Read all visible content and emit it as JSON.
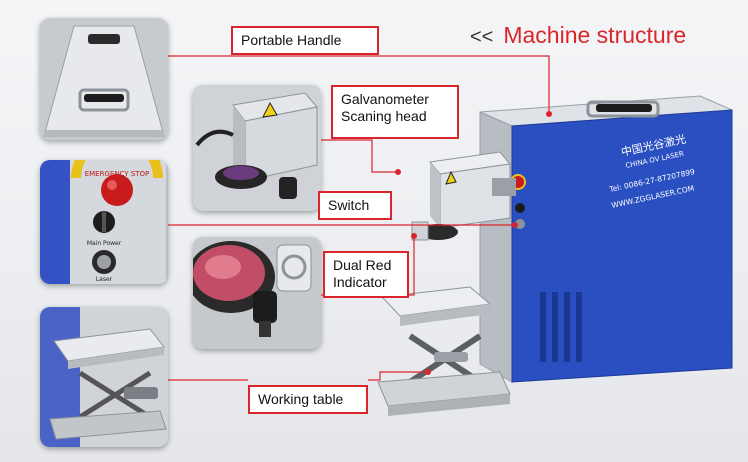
{
  "header": {
    "chevron": "<<",
    "title": "Machine structure"
  },
  "labels": {
    "portable_handle": "Portable Handle",
    "galvanometer": "Galvanometer\nScaning head",
    "switch": "Switch",
    "dual_red": "Dual Red\nIndicator",
    "working_table": "Working table"
  },
  "machine": {
    "brand_cn": "中国光谷激光",
    "brand_en": "CHINA OV LASER",
    "tel": "Tel: 0086-27-87207899",
    "web": "WWW.ZGGLASER.COM"
  },
  "thumbs": {
    "emergency_stop": "EMERGENCY STOP",
    "power_label": "Main Power",
    "laser_label": "Laser"
  },
  "colors": {
    "accent": "#d9262c",
    "panel_blue": "#2a4fc0"
  }
}
